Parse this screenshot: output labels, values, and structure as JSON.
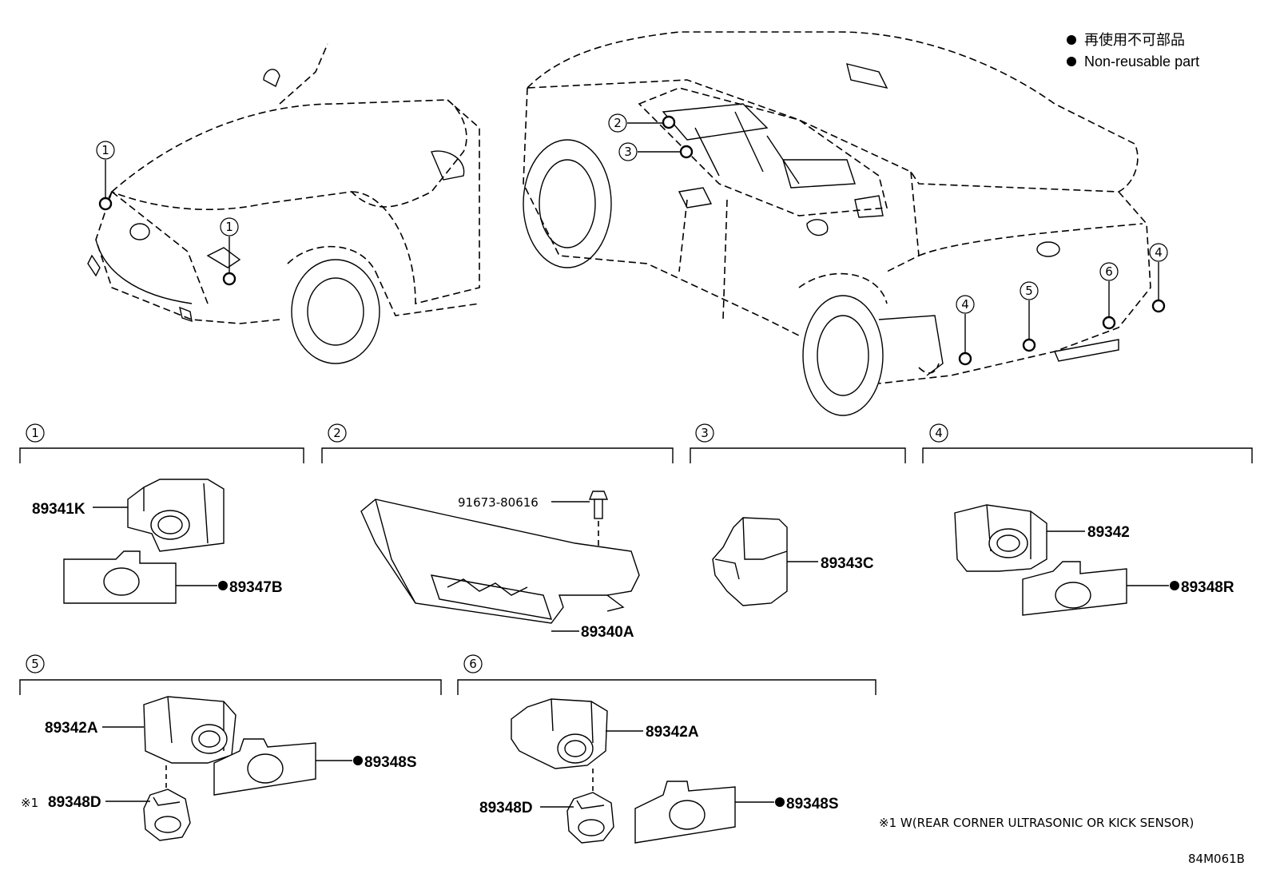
{
  "legend": {
    "line_jp": "再使用不可部品",
    "line_en": "Non-reusable part"
  },
  "callouts": [
    "1",
    "2",
    "3",
    "4",
    "5",
    "6"
  ],
  "groups": {
    "g1": {
      "number": "1",
      "parts": [
        "89341K",
        "89347B"
      ]
    },
    "g2": {
      "number": "2",
      "parts": [
        "91673-80616",
        "89340A"
      ]
    },
    "g3": {
      "number": "3",
      "parts": [
        "89343C"
      ]
    },
    "g4": {
      "number": "4",
      "parts": [
        "89342",
        "89348R"
      ]
    },
    "g5": {
      "number": "5",
      "parts": [
        "89342A",
        "89348S",
        "89348D"
      ],
      "note_mark": "※1"
    },
    "g6": {
      "number": "6",
      "parts": [
        "89342A",
        "89348D",
        "89348S"
      ]
    }
  },
  "footnote": "※1 W(REAR CORNER ULTRASONIC OR KICK SENSOR)",
  "drawing_code": "84M061B"
}
